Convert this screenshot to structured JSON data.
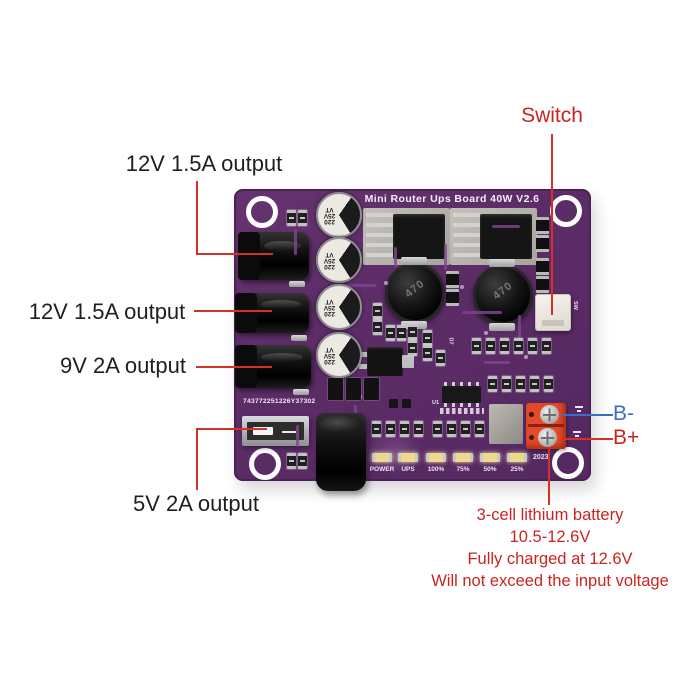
{
  "annotations": {
    "output_12v_top": "12V 1.5A output",
    "output_12v_left": "12V 1.5A output",
    "output_9v": "9V 2A output",
    "output_5v": "5V 2A output",
    "switch": "Switch",
    "battery_negative": "B-",
    "battery_positive": "B+",
    "battery_note_line1": "3-cell lithium battery",
    "battery_note_line2": "10.5-12.6V",
    "battery_note_line3": "Fully charged at 12.6V",
    "battery_note_line4": "Will not exceed the input voltage"
  },
  "board": {
    "title": "Mini Router Ups Board 40W V2.6",
    "serial_number": "743772251226Y37302",
    "switch_silkscreen": "SW",
    "year_silkscreen": "2023",
    "d7_silkscreen": "D7",
    "u1_silkscreen": "U1",
    "inductor_marking": "470",
    "capacitor_marking": [
      "220",
      "25V",
      "VT"
    ],
    "led_labels": [
      "POWER",
      "UPS",
      "100%",
      "75%",
      "50%",
      "25%"
    ]
  },
  "colors": {
    "annotation_red": "#cb2420",
    "annotation_blue": "#3a6cc8",
    "label_black": "#1f1f1f",
    "pcb_purple": "#5c2c66",
    "pcb_trace": "#804691",
    "terminal_orange": "#e24a2a",
    "led_yellow": "#ecd98b"
  }
}
